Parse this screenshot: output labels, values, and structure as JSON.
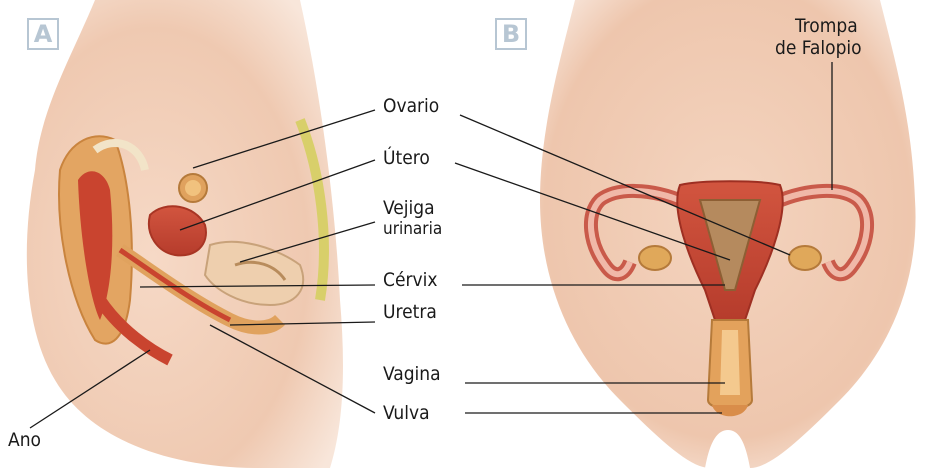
{
  "panels": {
    "a": "A",
    "b": "B"
  },
  "labels": {
    "ovario": "Ovario",
    "utero": "Útero",
    "vejiga_line1": "Vejiga",
    "vejiga_line2": "urinaria",
    "cervix": "Cérvix",
    "uretra": "Uretra",
    "vagina": "Vagina",
    "vulva": "Vulva",
    "ano": "Ano",
    "trompa_line1": "Trompa",
    "trompa_line2": "de Falopio"
  }
}
